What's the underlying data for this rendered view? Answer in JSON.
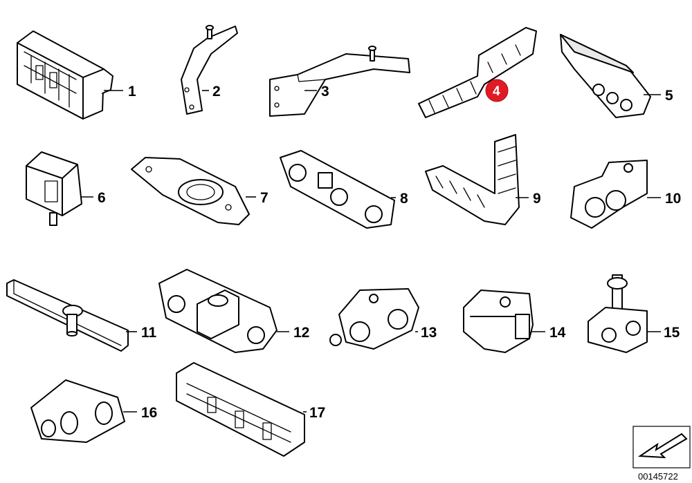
{
  "callouts": [
    "1",
    "2",
    "3",
    "4",
    "5",
    "6",
    "7",
    "8",
    "9",
    "10",
    "11",
    "12",
    "13",
    "14",
    "15",
    "16",
    "17"
  ],
  "highlighted_callout": "4",
  "highlight_color": "#e01b24",
  "diagram_id": "00145722",
  "nav_icon": "arrow-back-icon"
}
